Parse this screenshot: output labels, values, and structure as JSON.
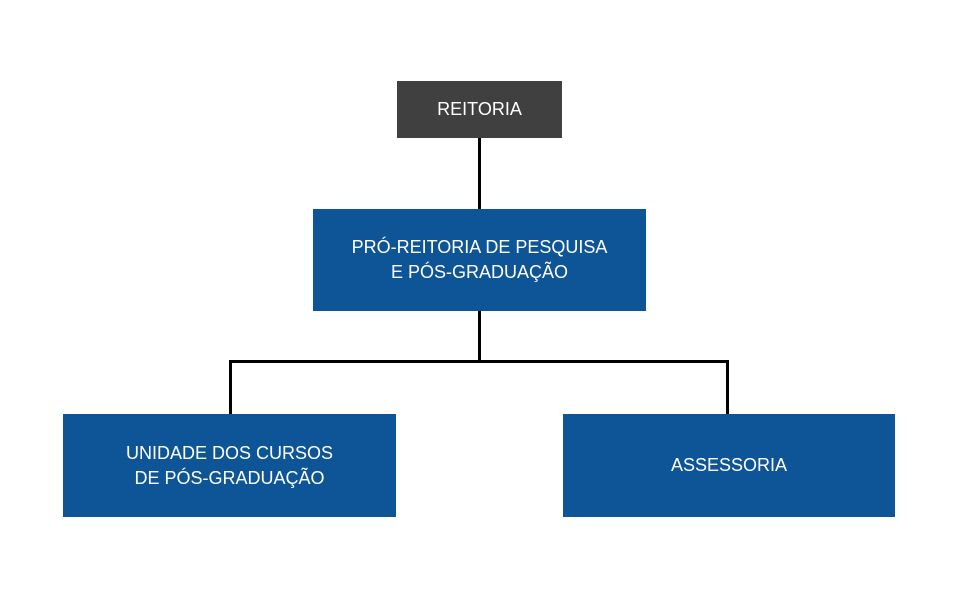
{
  "org_chart": {
    "root": {
      "label": "REITORIA",
      "color": "#404040"
    },
    "level_1": {
      "line_1": "PRÓ-REITORIA DE PESQUISA",
      "line_2": "E PÓS-GRADUAÇÃO",
      "color": "#0e5597"
    },
    "level_2": [
      {
        "line_1": "UNIDADE DOS CURSOS",
        "line_2": "DE PÓS-GRADUAÇÃO",
        "color": "#0e5597"
      },
      {
        "line_1": "ASSESSORIA",
        "color": "#0e5597"
      }
    ],
    "connector_color": "#000000",
    "text_color": "#ffffff"
  }
}
